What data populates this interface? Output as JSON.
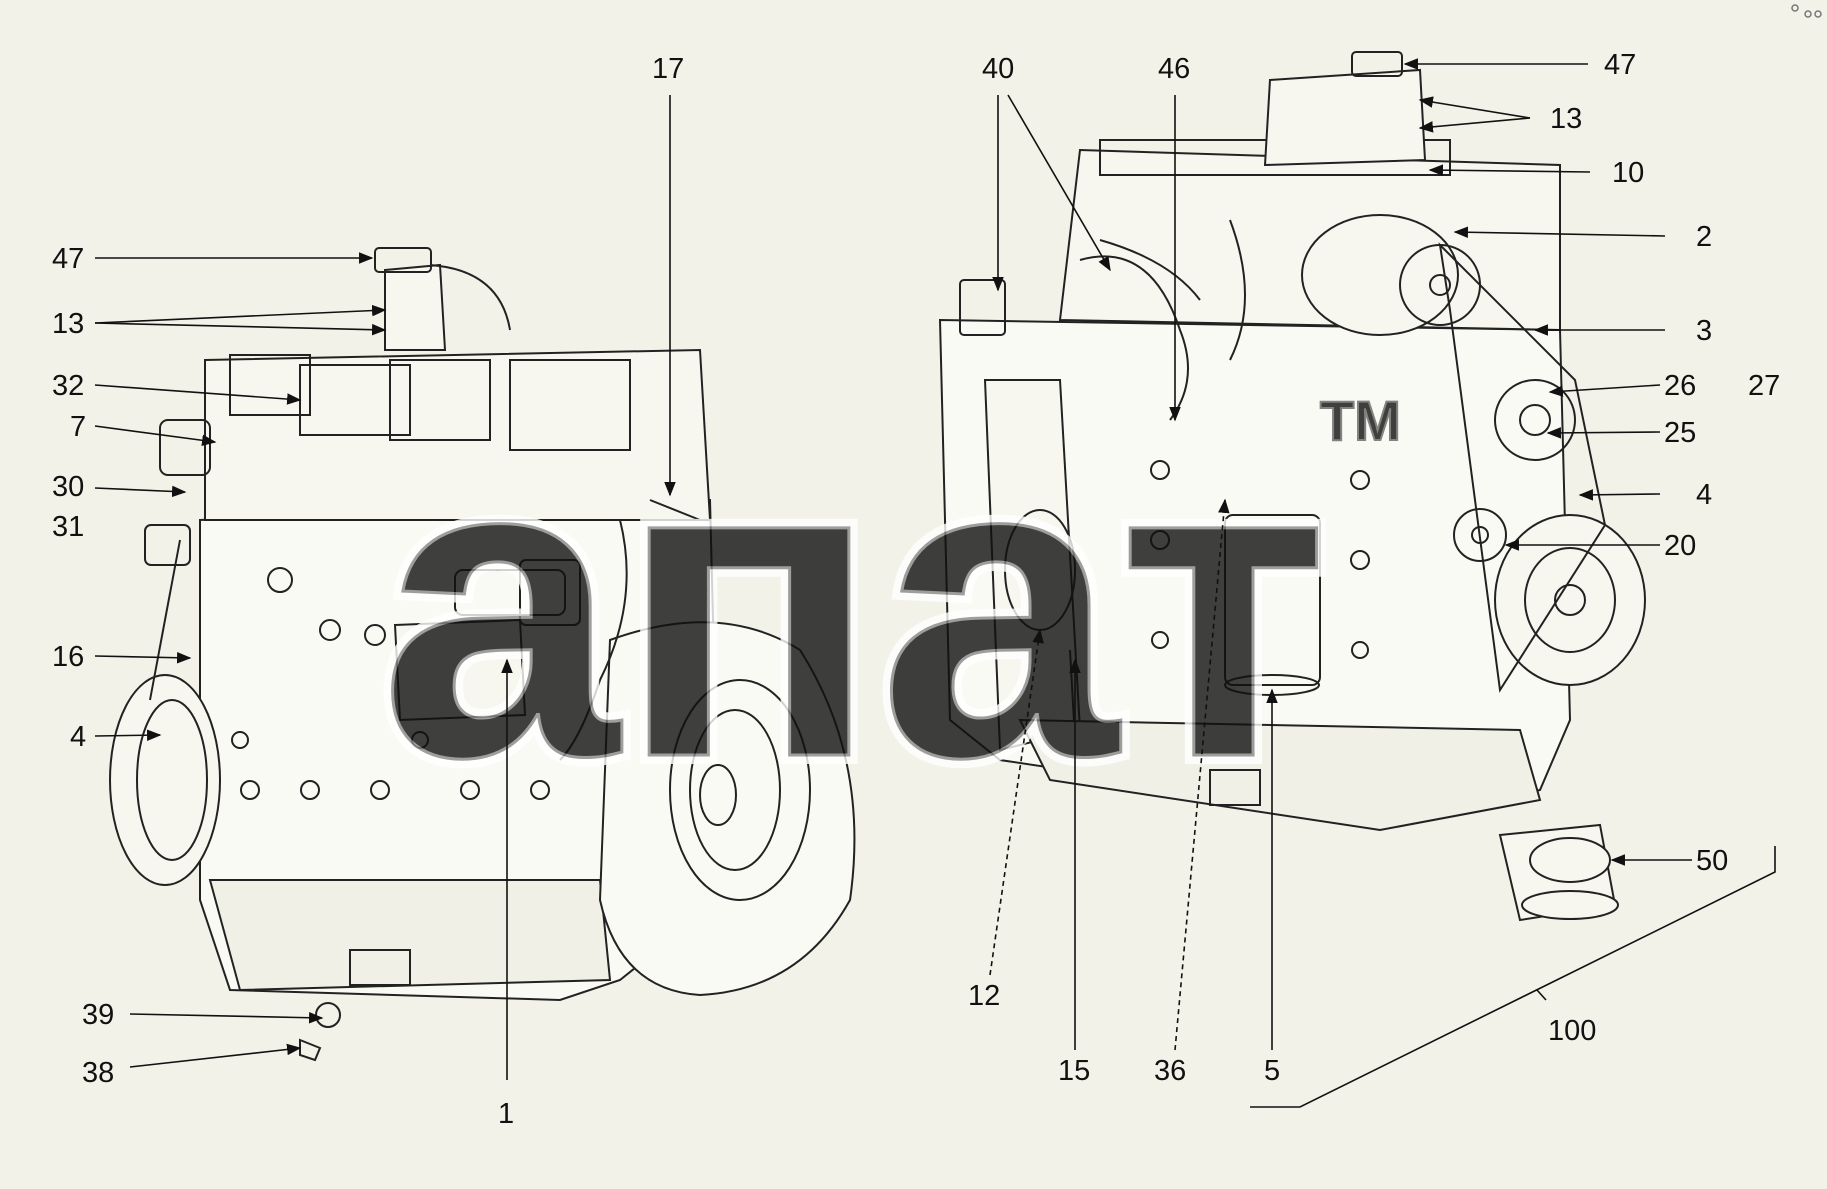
{
  "watermark": {
    "text": "aпат",
    "tm": "TM"
  },
  "labels_left": {
    "l47": "47",
    "l13": "13",
    "l32": "32",
    "l7": "7",
    "l30": "30",
    "l31": "31",
    "l16": "16",
    "l4": "4",
    "l17": "17",
    "l39": "39",
    "l38": "38",
    "l1": "1"
  },
  "labels_right": {
    "r40": "40",
    "r46": "46",
    "r47": "47",
    "r13": "13",
    "r10": "10",
    "r2": "2",
    "r3": "3",
    "r26": "26",
    "r27": "27",
    "r25": "25",
    "r4": "4",
    "r20": "20",
    "r50": "50",
    "r12": "12",
    "r15": "15",
    "r36": "36",
    "r5": "5",
    "r100": "100"
  }
}
